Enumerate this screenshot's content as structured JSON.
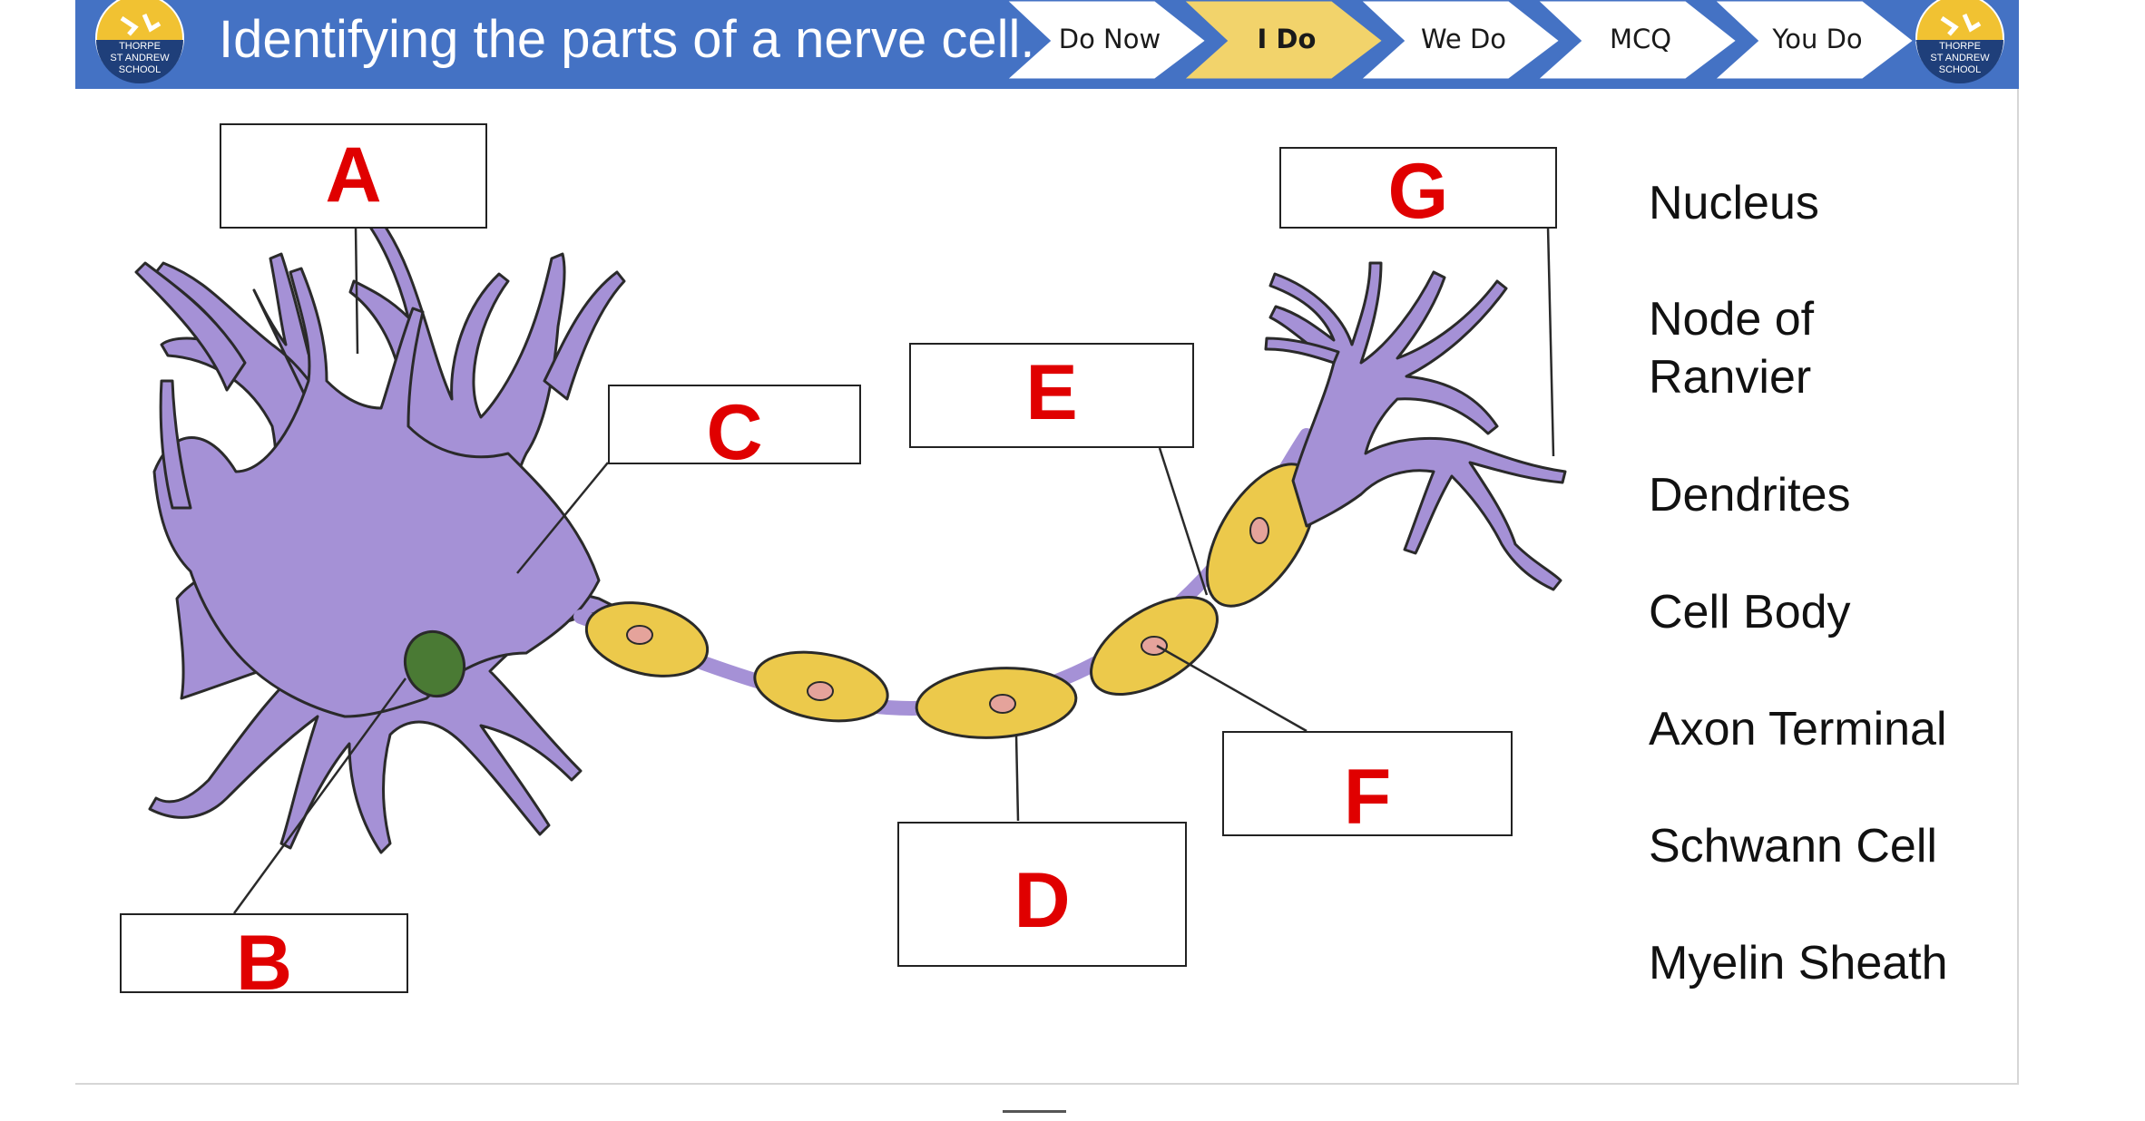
{
  "header": {
    "title": "Identifying the parts of a nerve cell.",
    "logo_text": [
      "THORPE",
      "ST ANDREW",
      "SCHOOL"
    ]
  },
  "nav": {
    "tabs": [
      {
        "label": "Do Now",
        "active": false
      },
      {
        "label": "I Do",
        "active": true
      },
      {
        "label": "We Do",
        "active": false
      },
      {
        "label": "MCQ",
        "active": false
      },
      {
        "label": "You Do",
        "active": false
      }
    ]
  },
  "labels": {
    "a": "A",
    "b": "B",
    "c": "C",
    "d": "D",
    "e": "E",
    "f": "F",
    "g": "G"
  },
  "terms": {
    "nucleus": "Nucleus",
    "node_line1": "Node of",
    "node_line2": "Ranvier",
    "dendrites": "Dendrites",
    "cell_body": "Cell Body",
    "axon_terminal": "Axon Terminal",
    "schwann_cell": "Schwann Cell",
    "myelin_sheath": "Myelin Sheath"
  },
  "colors": {
    "header_blue": "#4472c4",
    "active_tab": "#f2d36b",
    "neuron": "#a591d6",
    "myelin": "#ecc94b",
    "nucleus": "#4a7a34",
    "label_red": "#e00000"
  }
}
